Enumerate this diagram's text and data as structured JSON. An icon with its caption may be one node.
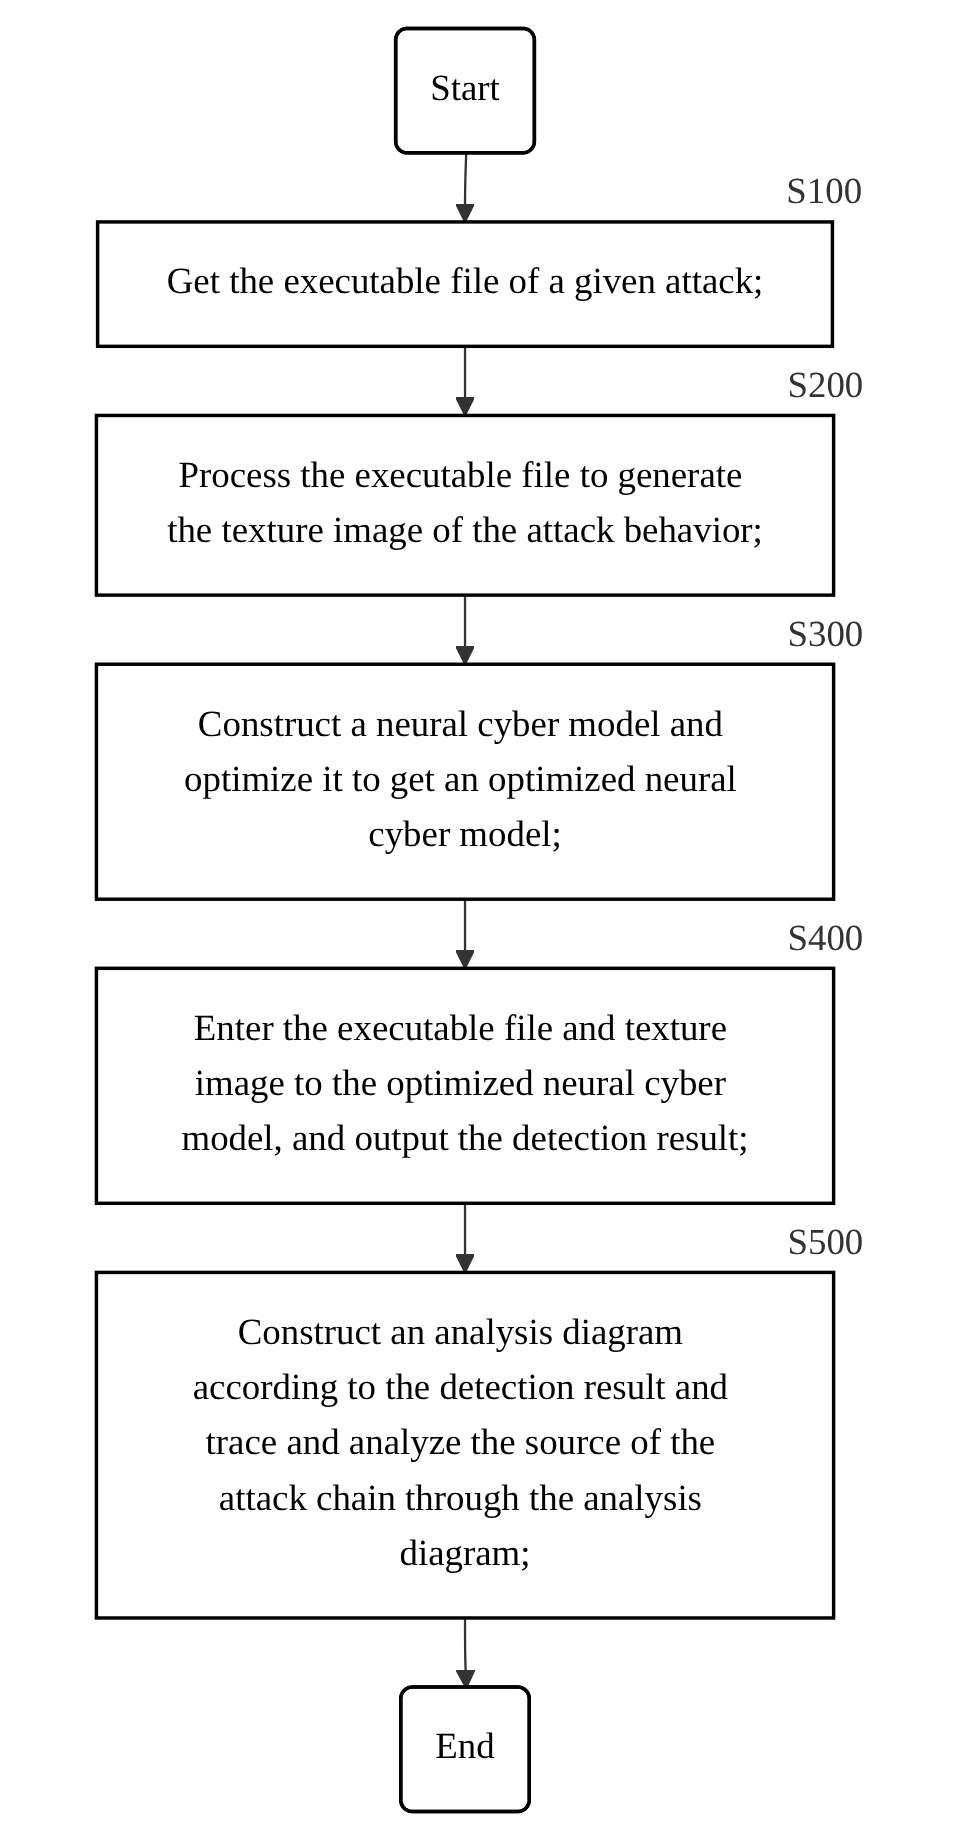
{
  "diagram": {
    "nodes": [
      {
        "text": [
          "Start"
        ]
      },
      {
        "text": [
          "Get the executable file of a given attack;"
        ],
        "beside": [
          "S100"
        ]
      },
      {
        "text": [
          "Process the executable file to generate the texture image of the attack behavior;"
        ],
        "beside": [
          "S200"
        ]
      },
      {
        "text": [
          "Construct a neural cyber model and optimize it to get an optimized neural cyber model;"
        ],
        "beside": [
          "S300"
        ]
      },
      {
        "text": [
          "Enter the executable file and texture image to the optimized neural cyber model, and output the detection result;"
        ],
        "beside": [
          "S400"
        ]
      },
      {
        "text": [
          "Construct an analysis diagram according to the detection result and trace and analyze the source of the attack chain through the analysis diagram;"
        ],
        "beside": [
          "S500"
        ]
      },
      {
        "text": [
          "End"
        ]
      }
    ],
    "edges": [
      {
        "from": 0,
        "to": 1,
        "arrow": "to"
      },
      {
        "from": 1,
        "to": 2,
        "arrow": "to"
      },
      {
        "from": 2,
        "to": 3,
        "arrow": "to"
      },
      {
        "from": 3,
        "to": 4,
        "arrow": "to"
      },
      {
        "from": 4,
        "to": 5,
        "arrow": "to"
      },
      {
        "from": 5,
        "to": 6,
        "arrow": "to"
      }
    ]
  }
}
